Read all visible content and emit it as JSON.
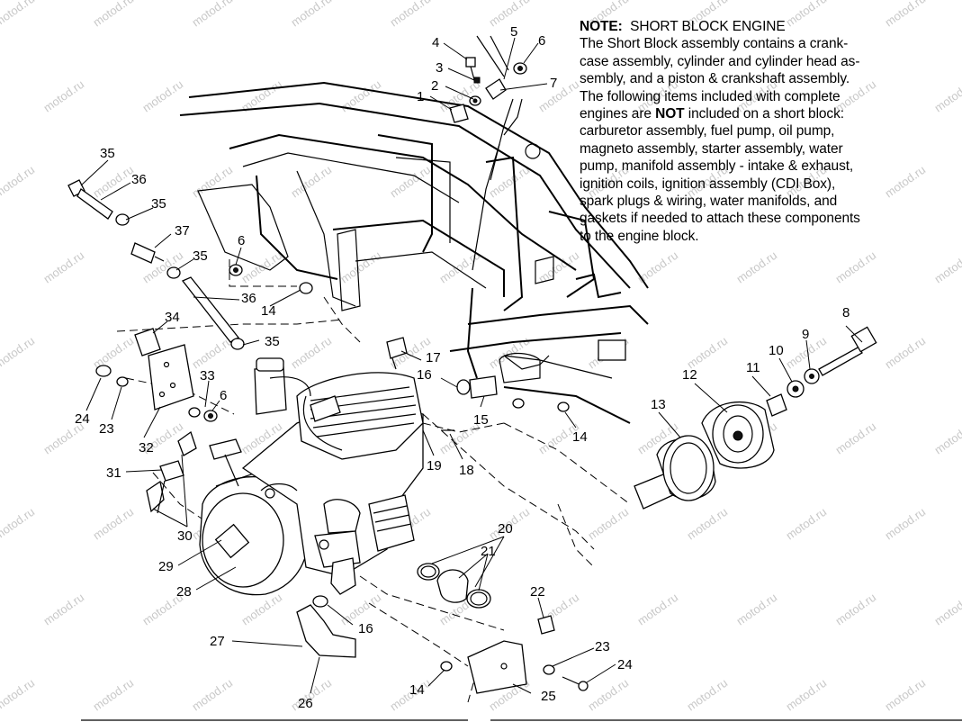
{
  "note": {
    "title_bold": "NOTE:",
    "title_rest": "SHORT BLOCK ENGINE",
    "line1": "The Short Block assembly contains a crank-",
    "line2": "case assembly, cylinder and cylinder head as-",
    "line3": "sembly, and a piston & crankshaft assembly.",
    "line4": "The following items included with complete",
    "line5_pre": "engines are",
    "line5_bold": "NOT",
    "line5_post": "included on a short block:",
    "line6": "carburetor assembly, fuel pump, oil pump,",
    "line7": "magneto assembly, starter assembly, water",
    "line8": "pump, manifold assembly - intake & exhaust,",
    "line9": "ignition coils, ignition assembly (CDI Box),",
    "line10": "spark plugs & wiring, water manifolds, and",
    "line11": "gaskets if needed to attach these components",
    "line12": "to the engine block."
  },
  "watermark": "motod.ru",
  "part_numbers": {
    "p1": "1",
    "p2": "2",
    "p3": "3",
    "p4": "4",
    "p5": "5",
    "p6a": "6",
    "p7": "7",
    "p35a": "35",
    "p36a": "36",
    "p35b": "35",
    "p37": "37",
    "p6b": "6",
    "p35c": "35",
    "p36b": "36",
    "p14a": "14",
    "p34": "34",
    "p35d": "35",
    "p17": "17",
    "p16a": "16",
    "p15": "15",
    "p18": "18",
    "p19": "19",
    "p33": "33",
    "p6c": "6",
    "p24a": "24",
    "p23a": "23",
    "p32": "32",
    "p31": "31",
    "p30": "30",
    "p29": "29",
    "p28": "28",
    "p20": "20",
    "p21": "21",
    "p22": "22",
    "p16b": "16",
    "p27": "27",
    "p26": "26",
    "p14b": "14",
    "p25": "25",
    "p23b": "23",
    "p24b": "24",
    "p8": "8",
    "p9": "9",
    "p10": "10",
    "p11": "11",
    "p12": "12",
    "p13": "13",
    "p14c": "14"
  }
}
